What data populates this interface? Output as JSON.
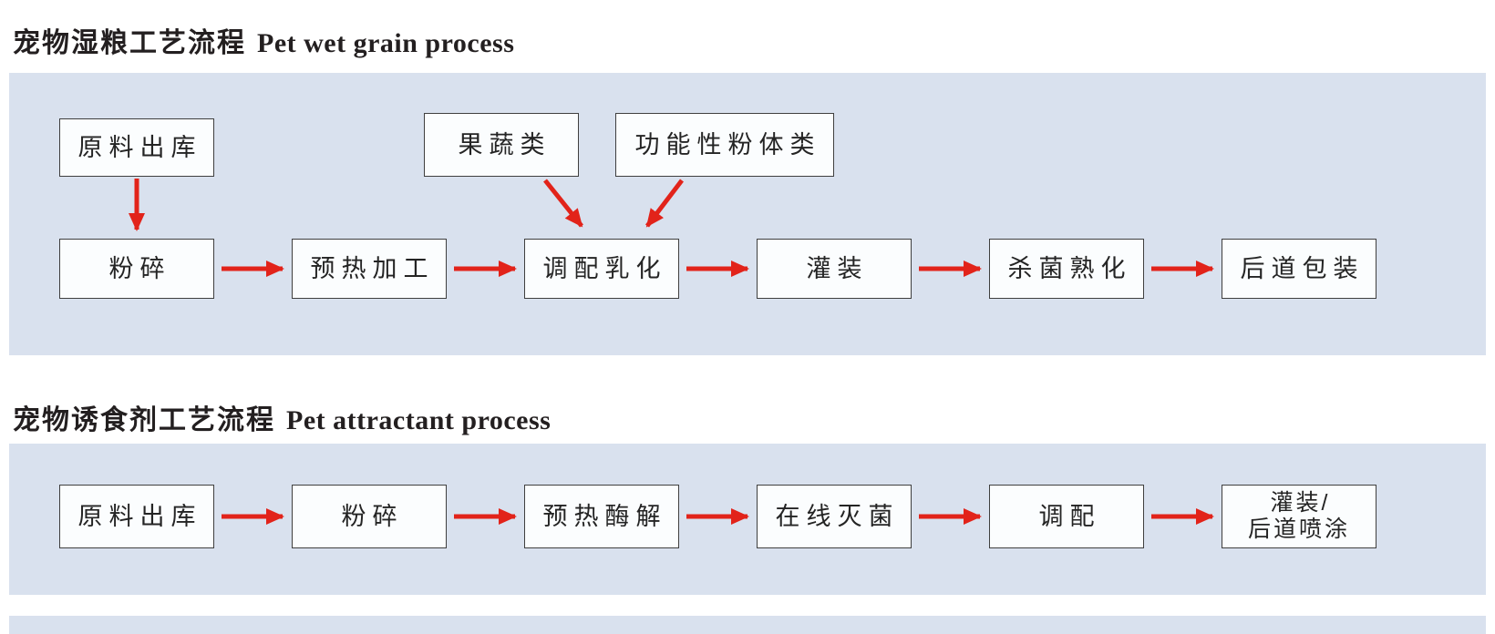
{
  "colors": {
    "panel_bg": "#d9e1ee",
    "box_bg": "#fbfdfe",
    "box_border": "#3f3f3f",
    "arrow_red": "#e2231a",
    "title_text": "#231f20"
  },
  "section1": {
    "title_zh": "宠物湿粮工艺流程",
    "title_en": "Pet wet grain process",
    "feed_box": "原料出库",
    "side_boxes": [
      "果蔬类",
      "功能性粉体类"
    ],
    "main_flow": [
      "粉碎",
      "预热加工",
      "调配乳化",
      "灌装",
      "杀菌熟化",
      "后道包装"
    ]
  },
  "section2": {
    "title_zh": "宠物诱食剂工艺流程",
    "title_en": "Pet attractant process",
    "main_flow": [
      "原料出库",
      "粉碎",
      "预热酶解",
      "在线灭菌",
      "调配",
      "灌装/\n后道喷涂"
    ]
  }
}
